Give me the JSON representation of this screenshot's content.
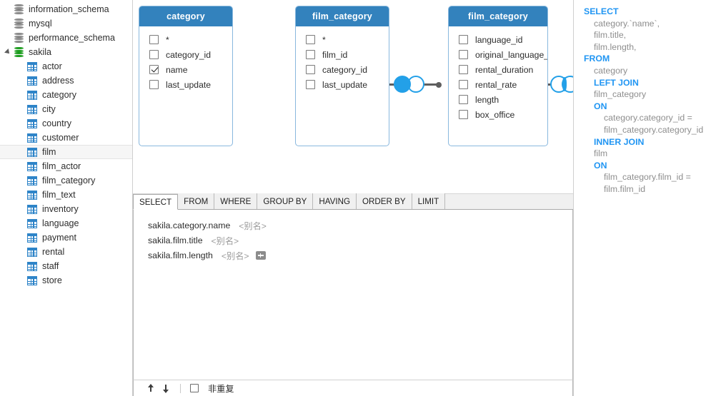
{
  "sidebar": {
    "schemas": [
      {
        "label": "information_schema",
        "icon": "database-icon",
        "active": false,
        "expanded": false
      },
      {
        "label": "mysql",
        "icon": "database-icon",
        "active": false,
        "expanded": false
      },
      {
        "label": "performance_schema",
        "icon": "database-icon",
        "active": false,
        "expanded": false
      },
      {
        "label": "sakila",
        "icon": "database-icon-active",
        "active": true,
        "expanded": true
      }
    ],
    "tables": [
      {
        "label": "actor",
        "icon": "table-icon",
        "selected": false
      },
      {
        "label": "address",
        "icon": "table-icon",
        "selected": false
      },
      {
        "label": "category",
        "icon": "table-icon",
        "selected": false
      },
      {
        "label": "city",
        "icon": "table-icon",
        "selected": false
      },
      {
        "label": "country",
        "icon": "table-icon",
        "selected": false
      },
      {
        "label": "customer",
        "icon": "table-icon",
        "selected": false
      },
      {
        "label": "film",
        "icon": "table-icon",
        "selected": true
      },
      {
        "label": "film_actor",
        "icon": "table-icon",
        "selected": false
      },
      {
        "label": "film_category",
        "icon": "table-icon",
        "selected": false
      },
      {
        "label": "film_text",
        "icon": "table-icon",
        "selected": false
      },
      {
        "label": "inventory",
        "icon": "table-icon",
        "selected": false
      },
      {
        "label": "language",
        "icon": "table-icon",
        "selected": false
      },
      {
        "label": "payment",
        "icon": "table-icon",
        "selected": false
      },
      {
        "label": "rental",
        "icon": "table-icon",
        "selected": false
      },
      {
        "label": "staff",
        "icon": "table-icon",
        "selected": false
      },
      {
        "label": "store",
        "icon": "table-icon",
        "selected": false
      }
    ]
  },
  "diagram": {
    "tables": [
      {
        "title": "category",
        "columns": [
          {
            "name": "*",
            "checked": false
          },
          {
            "name": "category_id",
            "checked": false
          },
          {
            "name": "name",
            "checked": true
          },
          {
            "name": "last_update",
            "checked": false
          }
        ]
      },
      {
        "title": "film_category",
        "columns": [
          {
            "name": "*",
            "checked": false
          },
          {
            "name": "film_id",
            "checked": false
          },
          {
            "name": "category_id",
            "checked": false
          },
          {
            "name": "last_update",
            "checked": false
          }
        ]
      },
      {
        "title": "film_category",
        "columns": [
          {
            "name": "language_id",
            "checked": false
          },
          {
            "name": "original_language_id",
            "checked": false
          },
          {
            "name": "rental_duration",
            "checked": false
          },
          {
            "name": "rental_rate",
            "checked": false
          },
          {
            "name": "length",
            "checked": false
          },
          {
            "name": "box_office",
            "checked": false
          }
        ]
      }
    ],
    "joins": [
      {
        "type": "left-join",
        "icon": "left-join-icon"
      },
      {
        "type": "inner-join",
        "icon": "inner-join-icon"
      }
    ],
    "colors": {
      "header": "#3382bd",
      "border": "#89b8de",
      "join": "#23a0e8",
      "link": "#5e5e5e"
    }
  },
  "lower_panel": {
    "tabs": [
      {
        "label": "SELECT",
        "active": true
      },
      {
        "label": "FROM",
        "active": false
      },
      {
        "label": "WHERE",
        "active": false
      },
      {
        "label": "GROUP BY",
        "active": false
      },
      {
        "label": "HAVING",
        "active": false
      },
      {
        "label": "ORDER BY",
        "active": false
      },
      {
        "label": "LIMIT",
        "active": false
      }
    ],
    "select_rows": [
      {
        "field": "sakila.category.name",
        "alias_placeholder": "<别名>",
        "has_add": false
      },
      {
        "field": "sakila.film.title",
        "alias_placeholder": "<别名>",
        "has_add": false
      },
      {
        "field": "sakila.film.length",
        "alias_placeholder": "<别名>",
        "has_add": true
      }
    ],
    "toolbar": {
      "move_up": "move-up",
      "move_down": "move-down",
      "distinct_label": "非重复",
      "distinct_checked": false
    }
  },
  "sql": {
    "lines": [
      {
        "text": "SELECT",
        "keyword": true,
        "indent": 0
      },
      {
        "text": "category.`name`,",
        "keyword": false,
        "indent": 1
      },
      {
        "text": "film.title,",
        "keyword": false,
        "indent": 1
      },
      {
        "text": "film.length,",
        "keyword": false,
        "indent": 1
      },
      {
        "text": "FROM",
        "keyword": true,
        "indent": 0
      },
      {
        "text": "category",
        "keyword": false,
        "indent": 1
      },
      {
        "text": "LEFT JOIN",
        "keyword": true,
        "indent": 1
      },
      {
        "text": "film_category",
        "keyword": false,
        "indent": 1
      },
      {
        "text": "ON",
        "keyword": true,
        "indent": 1
      },
      {
        "text": "category.category_id = film_category.category_id",
        "keyword": false,
        "indent": 2
      },
      {
        "text": "INNER JOIN",
        "keyword": true,
        "indent": 1
      },
      {
        "text": "film",
        "keyword": false,
        "indent": 1
      },
      {
        "text": "ON",
        "keyword": true,
        "indent": 1
      },
      {
        "text": "film_category.film_id = film.film_id",
        "keyword": false,
        "indent": 2
      }
    ],
    "colors": {
      "keyword": "#2196f3",
      "text": "#8e8e8e"
    }
  }
}
